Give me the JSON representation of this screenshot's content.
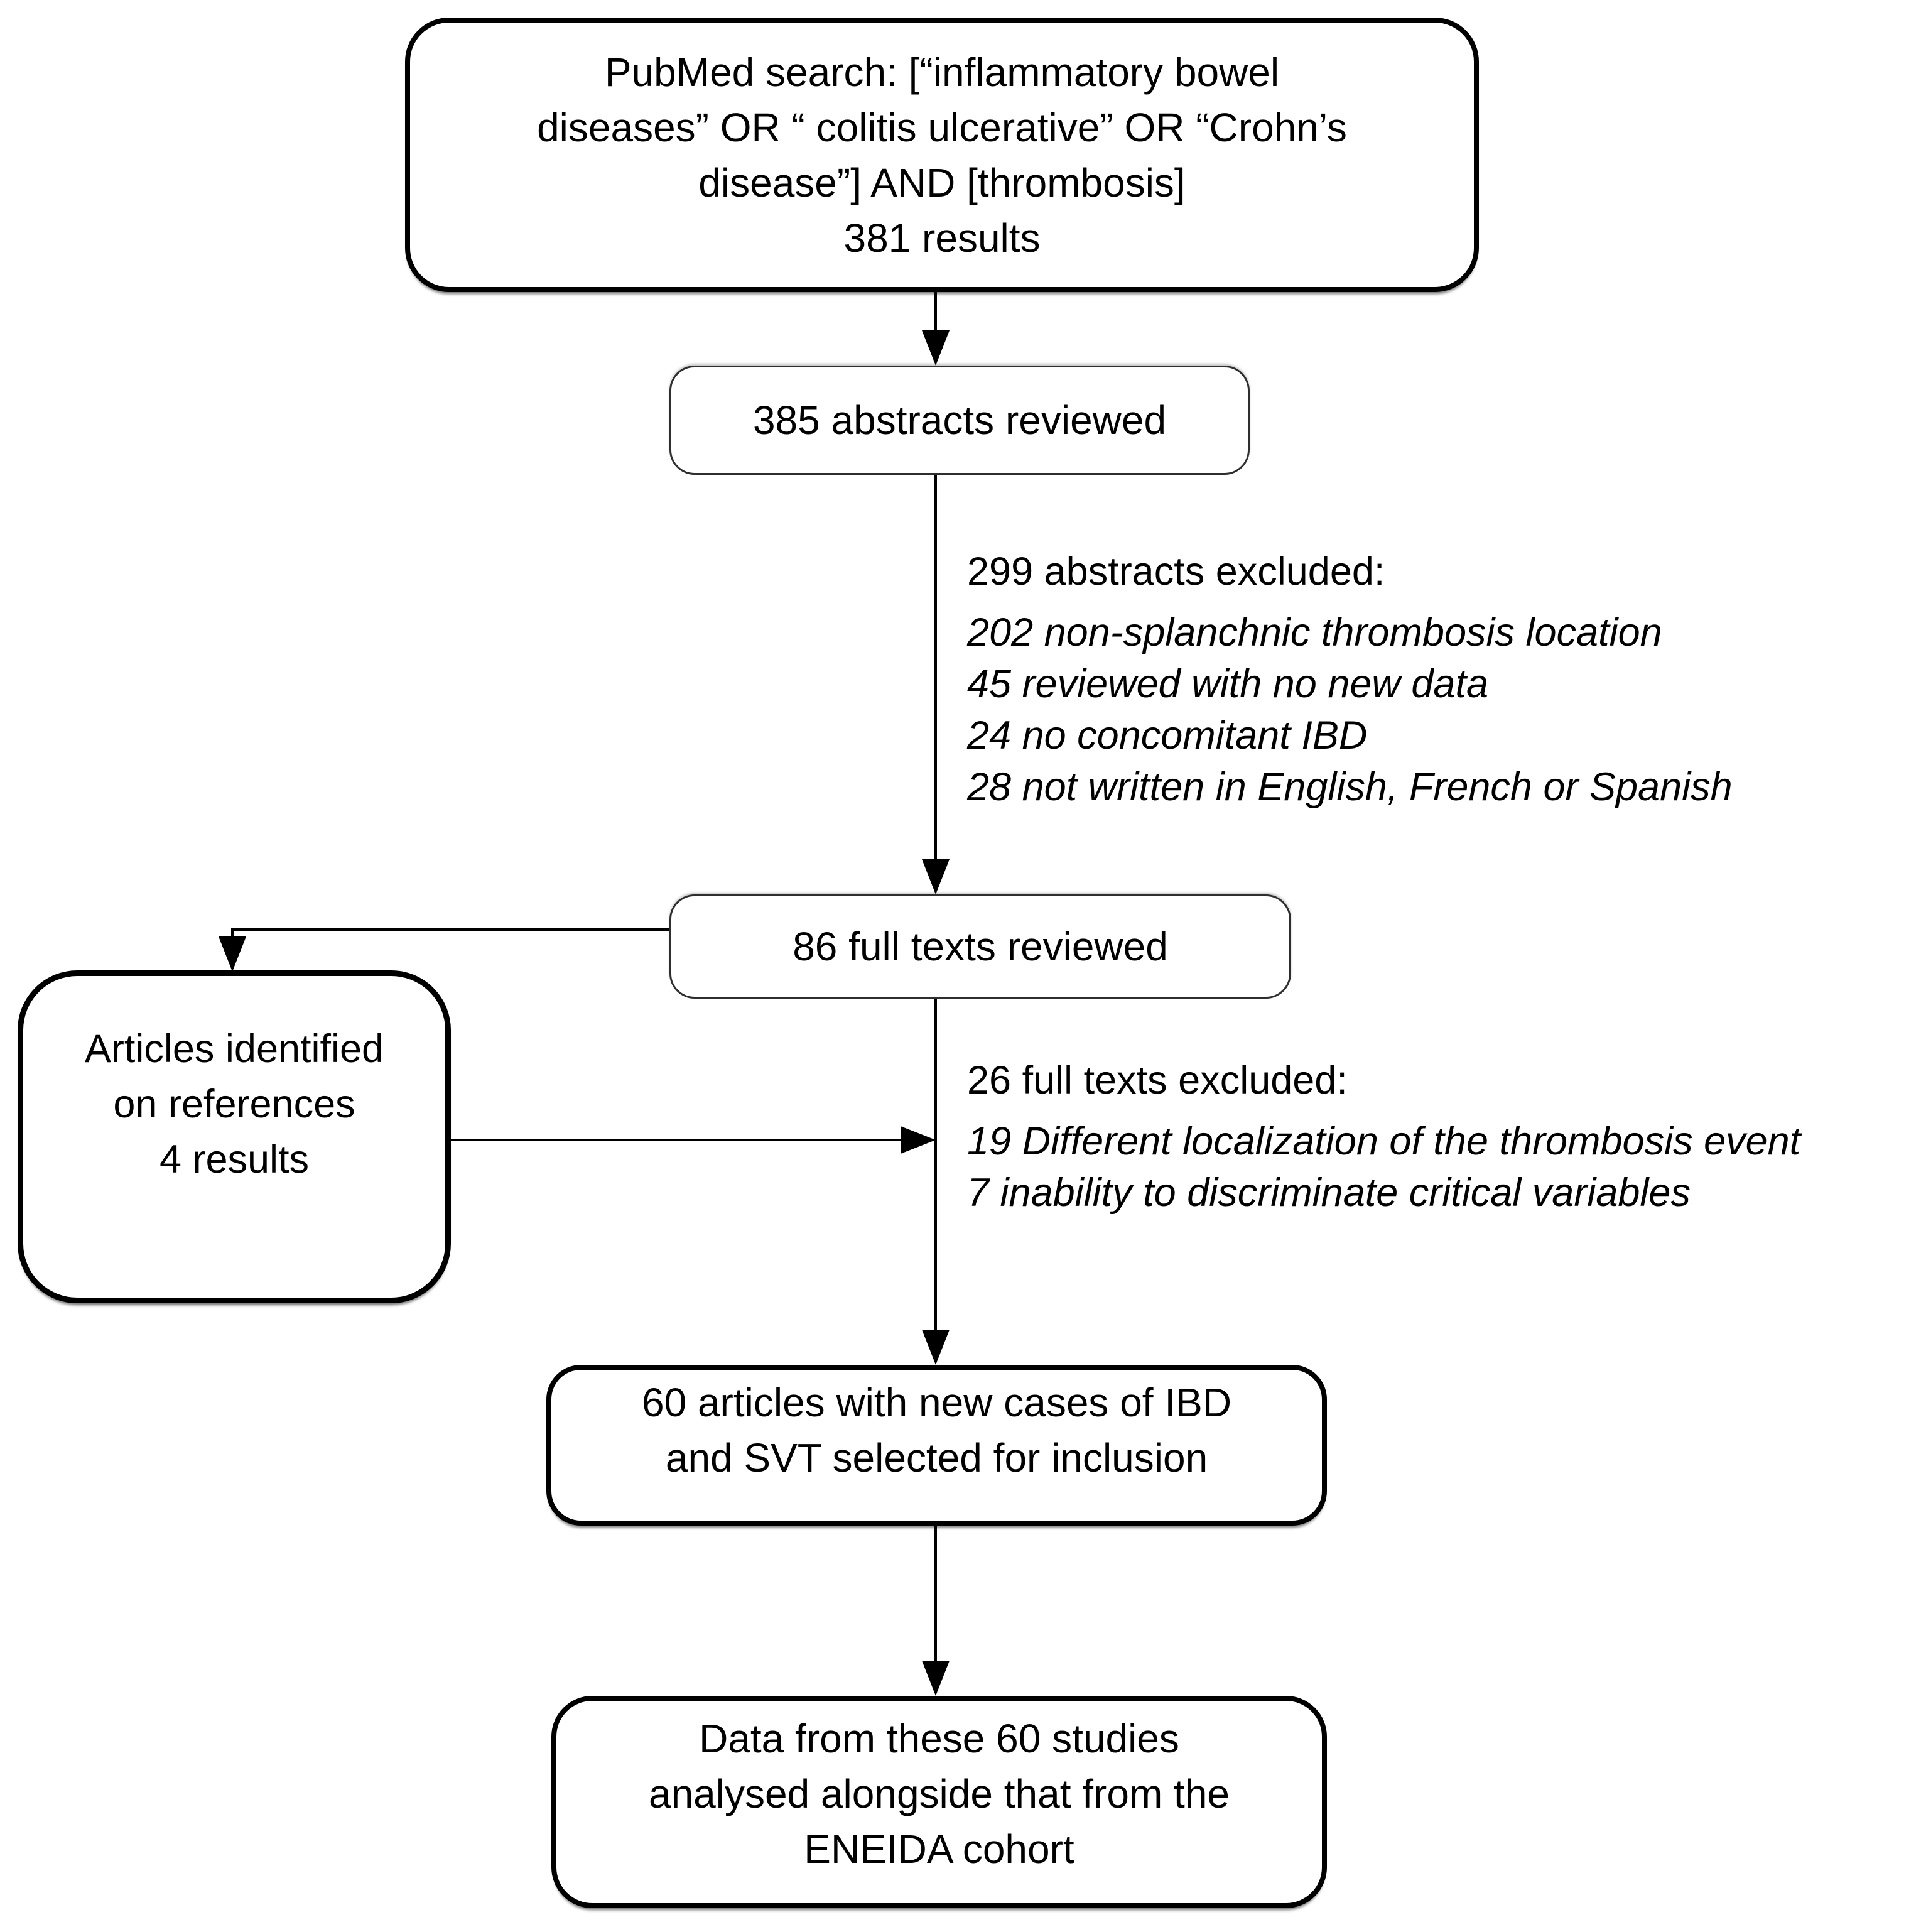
{
  "colors": {
    "background": "#ffffff",
    "line": "#000000",
    "text": "#000000",
    "thin_border": "#2e2e2e"
  },
  "flowchart": {
    "pubmed_box": {
      "lines": [
        "PubMed search: [“inflammatory bowel",
        "diseases” OR “ colitis ulcerative” OR “Crohn’s",
        "disease”] AND [thrombosis]",
        "381 results"
      ]
    },
    "abstracts_box": {
      "label": "385 abstracts reviewed"
    },
    "abstracts_excluded": {
      "title": "299 abstracts excluded:",
      "items": [
        "202 non-splanchnic thrombosis location",
        "45 reviewed with no new data",
        "24 no concomitant IBD",
        "28 not written in English, French or Spanish"
      ]
    },
    "fulltexts_box": {
      "label": "86 full texts reviewed"
    },
    "references_box": {
      "lines": [
        "Articles identified",
        "on references",
        "4 results"
      ]
    },
    "fulltexts_excluded": {
      "title": "26 full texts excluded:",
      "items": [
        "19 Different localization of the thrombosis event",
        "7 inability to discriminate critical variables"
      ]
    },
    "included_box": {
      "lines": [
        "60 articles with new cases of IBD",
        "and SVT selected for inclusion"
      ]
    },
    "analysis_box": {
      "lines": [
        "Data from these 60 studies",
        "analysed alongside that from the",
        "ENEIDA cohort"
      ]
    }
  }
}
